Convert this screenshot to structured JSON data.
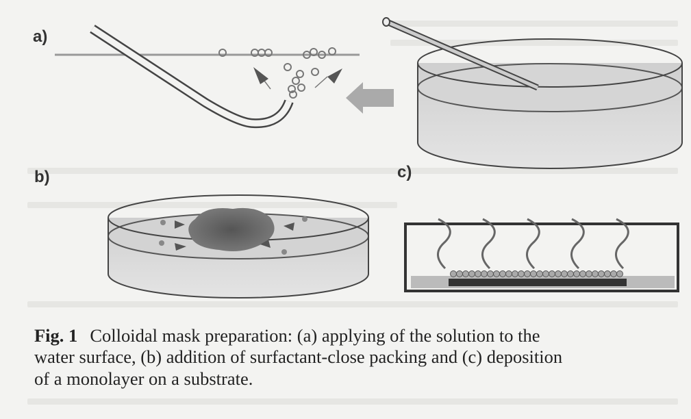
{
  "figure": {
    "panels": [
      {
        "id": "a",
        "label": "a)"
      },
      {
        "id": "b",
        "label": "b)"
      },
      {
        "id": "c",
        "label": "c)"
      }
    ]
  },
  "caption": {
    "label": "Fig. 1",
    "lines": [
      "Colloidal mask preparation: (a) applying of the solution to the",
      "water surface, (b) addition of surfactant-close packing and (c) deposition",
      "of a monolayer on a substrate."
    ]
  }
}
